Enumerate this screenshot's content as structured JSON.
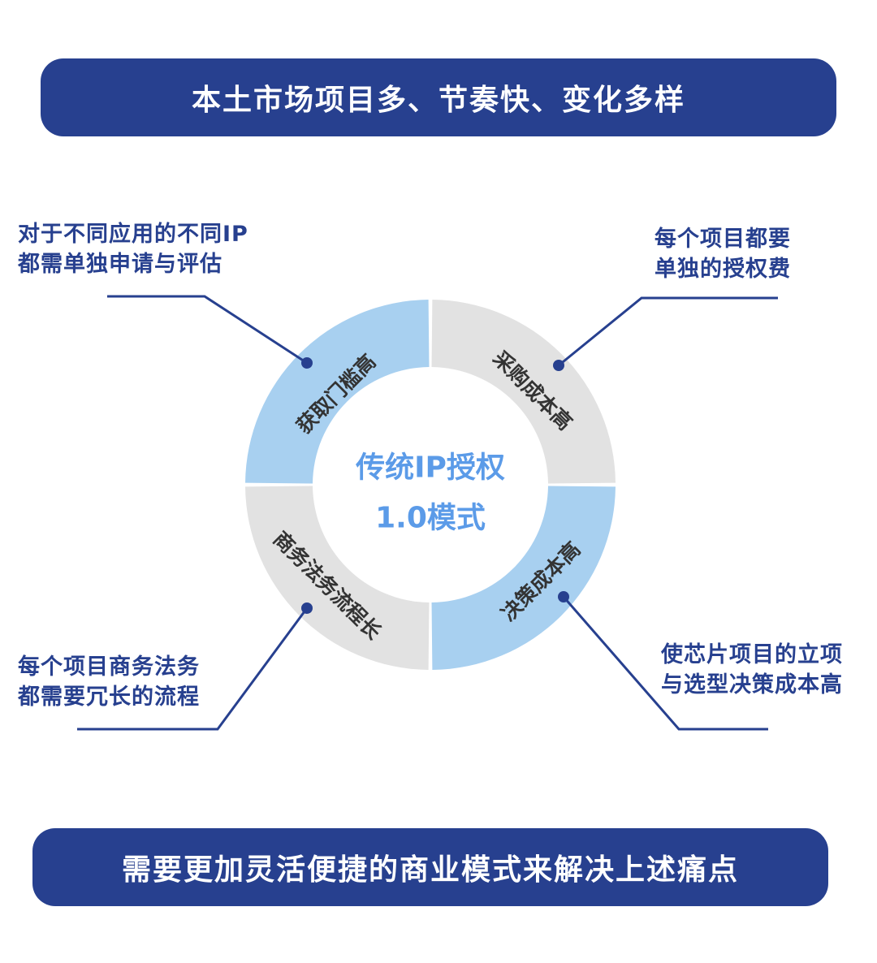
{
  "header": {
    "title": "本土市场项目多、节奏快、变化多样"
  },
  "footer": {
    "title": "需要更加灵活便捷的商业模式来解决上述痛点"
  },
  "center": {
    "line1": "传统IP授权",
    "line2": "1.0模式"
  },
  "segments": [
    {
      "label": "获取门槛高",
      "color": "#a8d0f0"
    },
    {
      "label": "采购成本高",
      "color": "#e2e2e2"
    },
    {
      "label": "决策成本高",
      "color": "#a8d0f0"
    },
    {
      "label": "商务法务流程长",
      "color": "#e2e2e2"
    }
  ],
  "notes": {
    "top_left": {
      "line1": "对于不同应用的不同IP",
      "line2": "都需单独申请与评估"
    },
    "top_right": {
      "line1": "每个项目都要",
      "line2": "单独的授权费"
    },
    "bottom_left": {
      "line1": "每个项目商务法务",
      "line2": "都需要冗长的流程"
    },
    "bottom_right": {
      "line1": "使芯片项目的立项",
      "line2": "与选型决策成本高"
    }
  },
  "colors": {
    "brand": "#27408f",
    "accent_text": "#5b9be8"
  }
}
